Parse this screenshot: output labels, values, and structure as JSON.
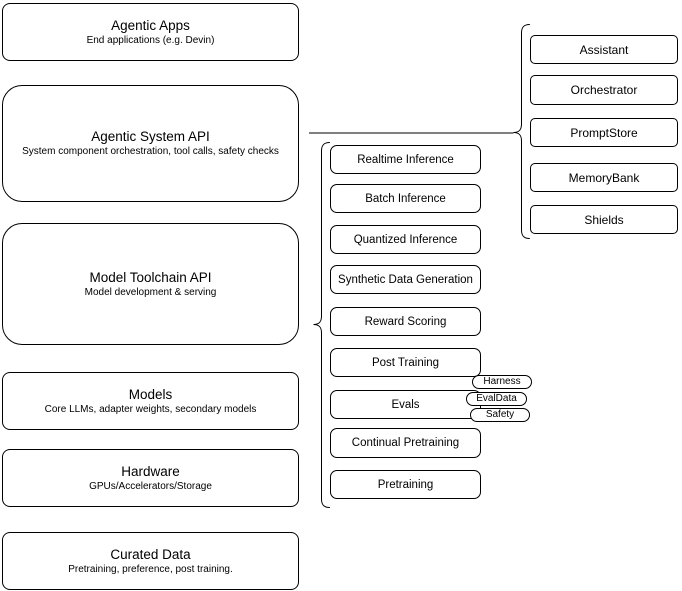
{
  "diagram": {
    "left_stack": [
      {
        "title": "Agentic Apps",
        "subtitle": "End applications (e.g. Devin)"
      },
      {
        "title": "Agentic System API",
        "subtitle": "System component orchestration, tool calls, safety checks"
      },
      {
        "title": "Model Toolchain API",
        "subtitle": "Model development & serving"
      },
      {
        "title": "Models",
        "subtitle": "Core LLMs, adapter weights, secondary models"
      },
      {
        "title": "Hardware",
        "subtitle": "GPUs/Accelerators/Storage"
      },
      {
        "title": "Curated Data",
        "subtitle": "Pretraining, preference, post training."
      }
    ],
    "toolchain_services": [
      {
        "label": "Realtime Inference"
      },
      {
        "label": "Batch Inference"
      },
      {
        "label": "Quantized Inference"
      },
      {
        "label": "Synthetic Data Generation"
      },
      {
        "label": "Reward Scoring"
      },
      {
        "label": "Post Training"
      },
      {
        "label": "Evals"
      },
      {
        "label": "Continual Pretraining"
      },
      {
        "label": "Pretraining"
      }
    ],
    "evals_tags": [
      {
        "label": "Harness"
      },
      {
        "label": "EvalData"
      },
      {
        "label": "Safety"
      }
    ],
    "system_components": [
      {
        "label": "Assistant"
      },
      {
        "label": "Orchestrator"
      },
      {
        "label": "PromptStore"
      },
      {
        "label": "MemoryBank"
      },
      {
        "label": "Shields"
      }
    ],
    "colors": {
      "stroke": "#000000",
      "background": "#ffffff",
      "text": "#000000"
    }
  }
}
